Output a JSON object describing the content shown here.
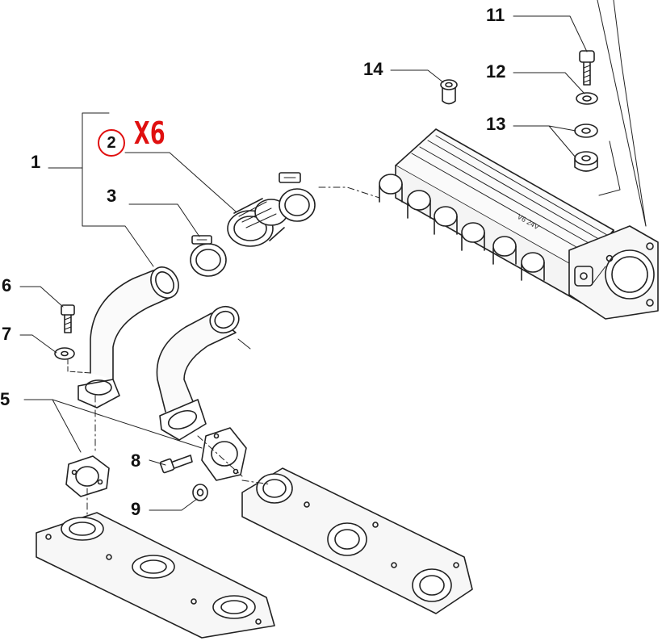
{
  "diagram": {
    "callouts": [
      {
        "id": "1",
        "label": "1"
      },
      {
        "id": "2",
        "label": "2"
      },
      {
        "id": "3",
        "label": "3"
      },
      {
        "id": "5",
        "label": "5"
      },
      {
        "id": "6",
        "label": "6"
      },
      {
        "id": "7",
        "label": "7"
      },
      {
        "id": "8",
        "label": "8"
      },
      {
        "id": "9",
        "label": "9"
      },
      {
        "id": "11",
        "label": "11"
      },
      {
        "id": "12",
        "label": "12"
      },
      {
        "id": "13",
        "label": "13"
      },
      {
        "id": "14",
        "label": "14"
      }
    ],
    "highlight": {
      "callout": "2",
      "multiplier": "X6",
      "color": "#e01010"
    },
    "manifold_plate_text": "V6 24V"
  }
}
